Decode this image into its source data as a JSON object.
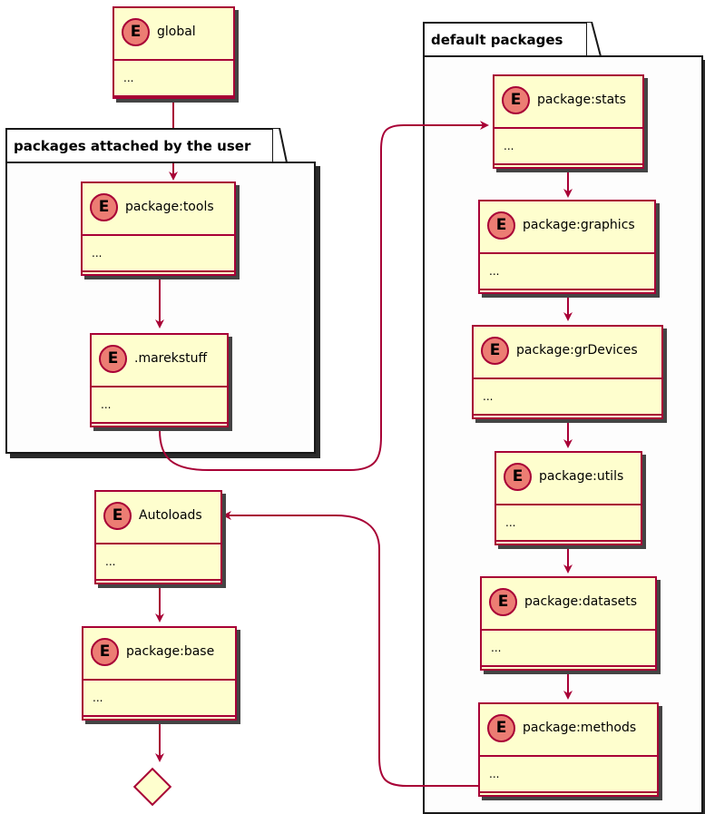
{
  "packages": {
    "attached": {
      "title": "packages attached by the user"
    },
    "defaults": {
      "title": "default packages"
    }
  },
  "entity_badge": "E",
  "entities": {
    "global": {
      "name": "global",
      "body": "..."
    },
    "tools": {
      "name": "package:tools",
      "body": "..."
    },
    "marekstuff": {
      "name": ".marekstuff",
      "body": "..."
    },
    "autoloads": {
      "name": "Autoloads",
      "body": "..."
    },
    "base": {
      "name": "package:base",
      "body": "..."
    },
    "stats": {
      "name": "package:stats",
      "body": "..."
    },
    "graphics": {
      "name": "package:graphics",
      "body": "..."
    },
    "grDevices": {
      "name": "package:grDevices",
      "body": "..."
    },
    "utils": {
      "name": "package:utils",
      "body": "..."
    },
    "datasets": {
      "name": "package:datasets",
      "body": "..."
    },
    "methods": {
      "name": "package:methods",
      "body": "..."
    }
  },
  "colors": {
    "entity_fill": "#fefece",
    "entity_border": "#a80036",
    "badge_fill": "#ec7d73",
    "package_border": "#181818",
    "package_fill": "#fdfdfd",
    "arrow": "#a80036"
  },
  "edges": [
    {
      "from": "global",
      "to": "tools"
    },
    {
      "from": "tools",
      "to": "marekstuff"
    },
    {
      "from": "marekstuff",
      "to": "stats"
    },
    {
      "from": "stats",
      "to": "graphics"
    },
    {
      "from": "graphics",
      "to": "grDevices"
    },
    {
      "from": "grDevices",
      "to": "utils"
    },
    {
      "from": "utils",
      "to": "datasets"
    },
    {
      "from": "datasets",
      "to": "methods"
    },
    {
      "from": "methods",
      "to": "autoloads"
    },
    {
      "from": "autoloads",
      "to": "base"
    },
    {
      "from": "base",
      "to": "end"
    }
  ]
}
